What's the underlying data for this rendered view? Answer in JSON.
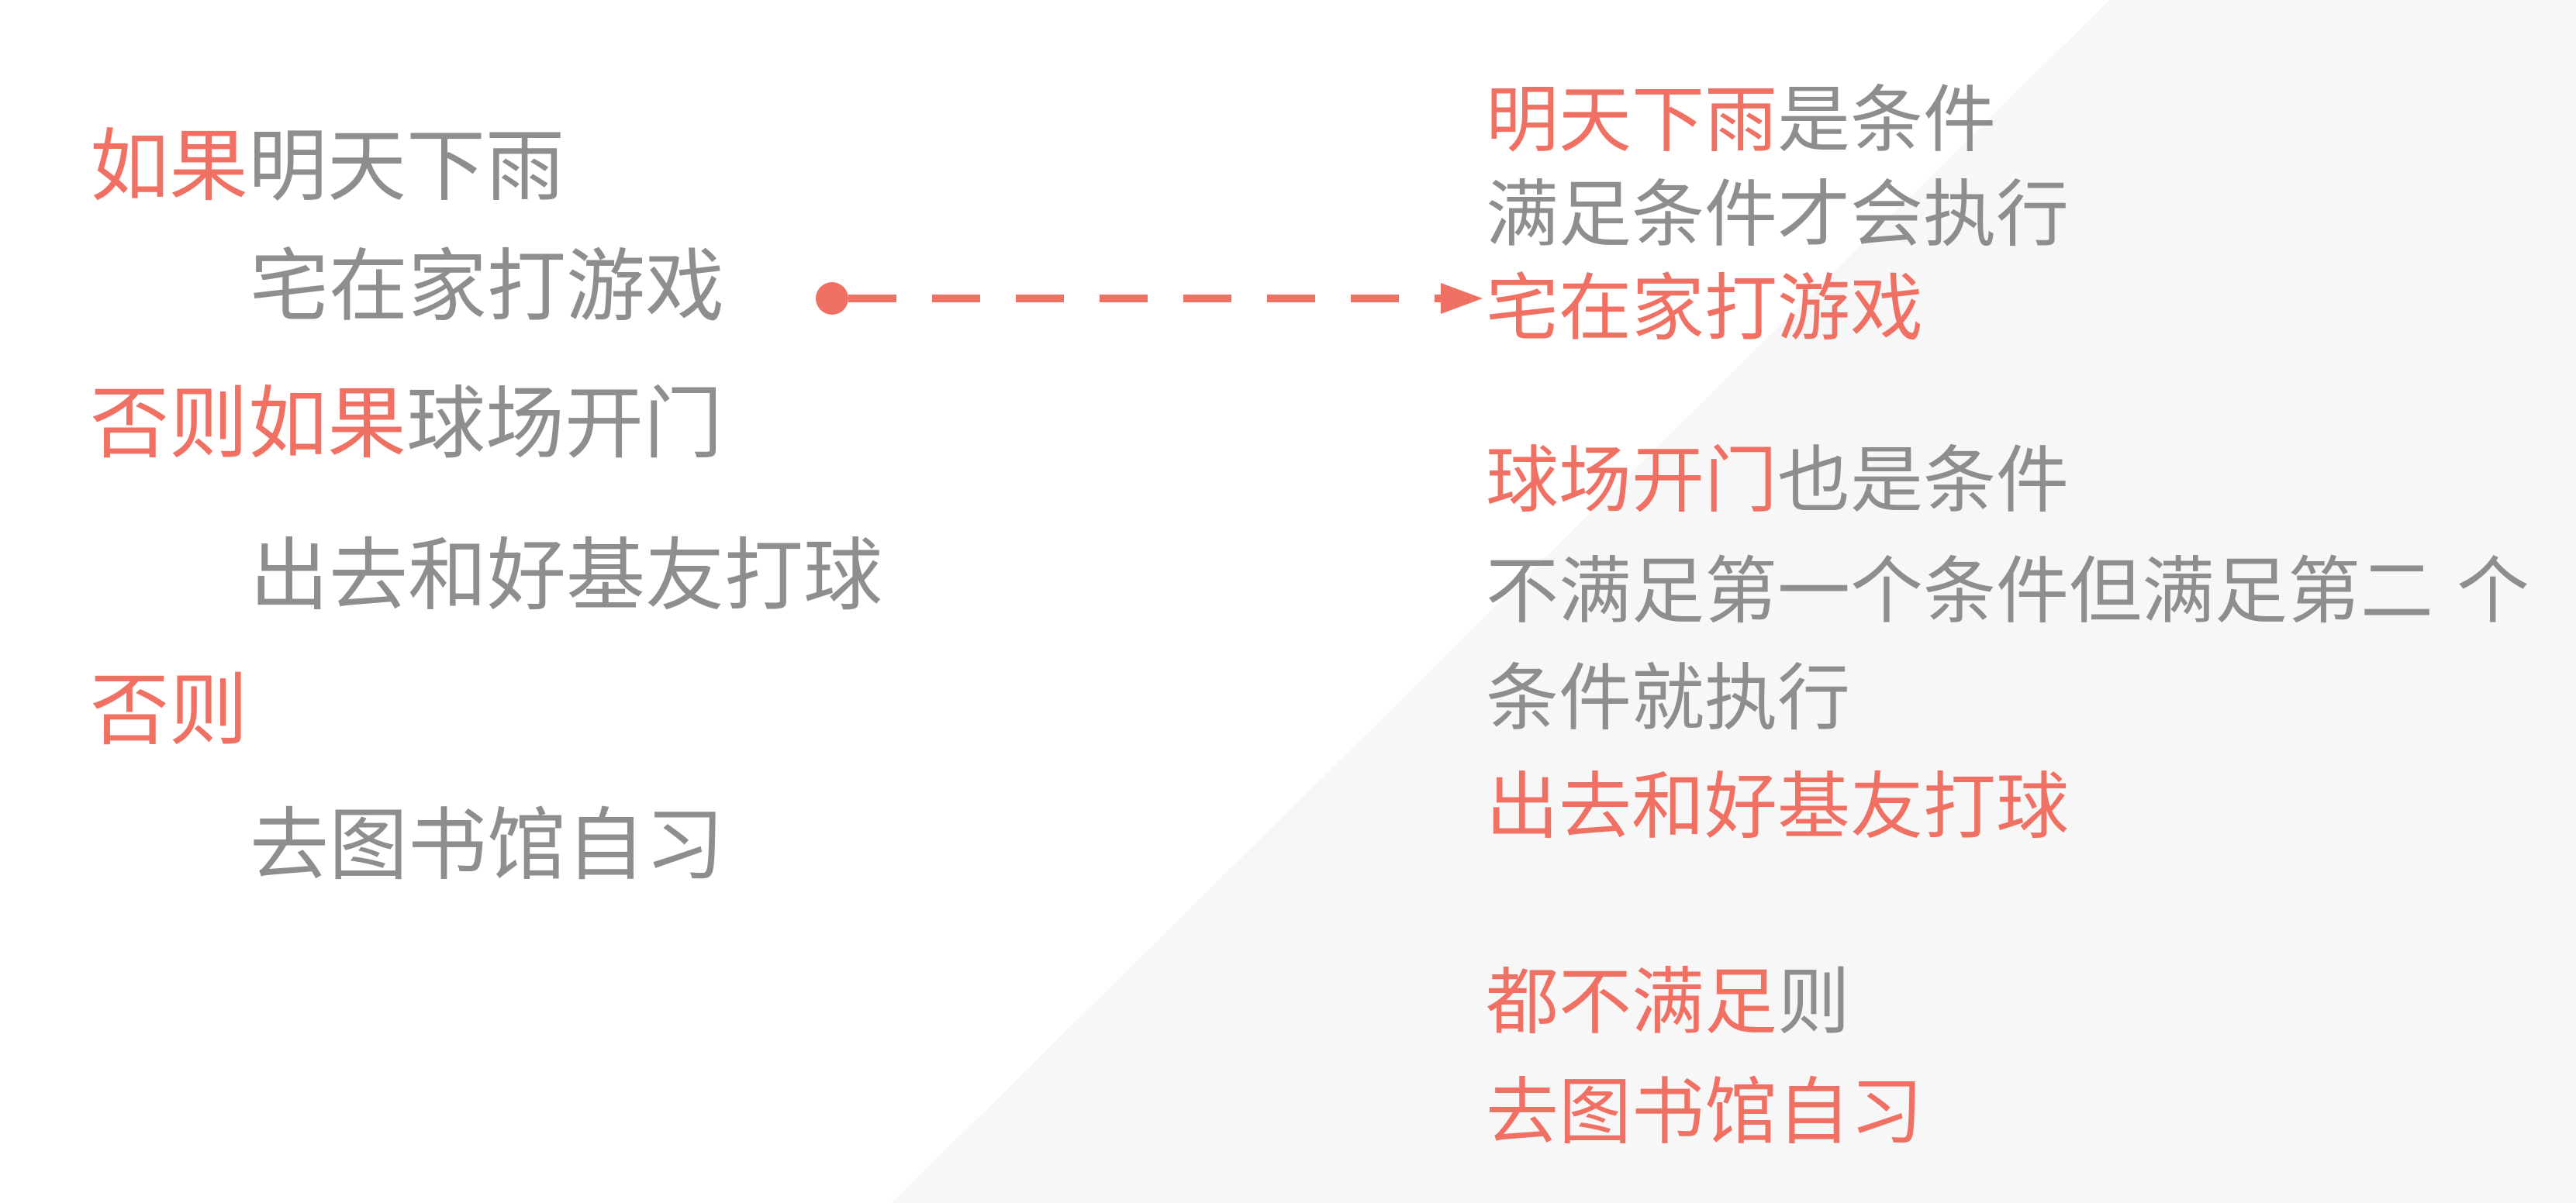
{
  "colors": {
    "accent": "#f07163",
    "text": "#8e8e8e",
    "background_shape": "#f7f7f7"
  },
  "left_column": {
    "if_keyword": "如果",
    "if_condition": "明天下雨",
    "if_action": "宅在家打游戏",
    "elif_keyword_part1": "否则",
    "elif_keyword_part2": "如果",
    "elif_condition": "球场开门",
    "elif_action": "出去和好基友打球",
    "else_keyword": "否则",
    "else_action": "去图书馆自习"
  },
  "right_column": {
    "block1": {
      "condition": "明天下雨",
      "condition_suffix": "是条件",
      "rule": "满足条件才会执行",
      "action": "宅在家打游戏"
    },
    "block2": {
      "condition": "球场开门",
      "condition_suffix": "也是条件",
      "rule_line1": "不满足第一个条件但满足第二 个",
      "rule_line2": "条件就执行",
      "action": "出去和好基友打球"
    },
    "block3": {
      "condition": "都不满足",
      "condition_suffix": "则",
      "action": "去图书馆自习"
    }
  }
}
